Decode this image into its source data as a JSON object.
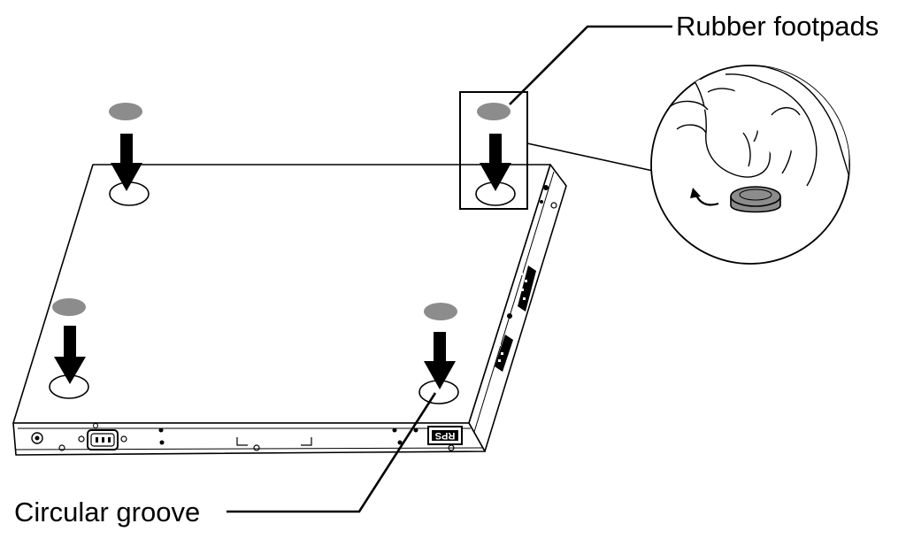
{
  "labels": {
    "rubber_footpads": "Rubber footpads",
    "circular_groove": "Circular groove",
    "rps_port": "RPS"
  },
  "colors": {
    "line": "#000000",
    "footpad_fill": "#8c8c8c",
    "device_fill": "#ffffff",
    "background": "#ffffff"
  }
}
